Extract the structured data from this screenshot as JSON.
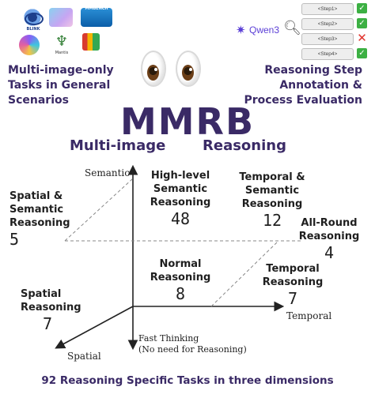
{
  "header": {
    "left_title": [
      "Multi-image-only",
      "Tasks in General",
      "Scenarios"
    ],
    "right_title": [
      "Reasoning Step",
      "Annotation &",
      "Process Evaluation"
    ],
    "model_name": "Qwen3",
    "steps": [
      {
        "label": "<Step1>",
        "status": "correct"
      },
      {
        "label": "<Step2>",
        "status": "correct"
      },
      {
        "label": "<Step3>",
        "status": "wrong"
      },
      {
        "label": "<Step4>",
        "status": "correct"
      }
    ],
    "logo_labels": [
      "BLINK",
      "MMBENCH",
      "Mantis"
    ]
  },
  "title": {
    "main": "MMRB",
    "sub_left": "Multi-image",
    "sub_right": "Reasoning"
  },
  "axes": {
    "semantic": "Semantic",
    "temporal": "Temporal",
    "spatial": "Spatial",
    "fast_thinking": [
      "Fast Thinking",
      "(No need for Reasoning)"
    ]
  },
  "categories": {
    "high_level_semantic": {
      "label": [
        "High-level",
        "Semantic",
        "Reasoning"
      ],
      "count": "48"
    },
    "temporal_semantic": {
      "label": [
        "Temporal &",
        "Semantic",
        "Reasoning"
      ],
      "count": "12"
    },
    "spatial_semantic": {
      "label": [
        "Spatial &",
        "Semantic",
        "Reasoning"
      ],
      "count": "5"
    },
    "all_round": {
      "label": [
        "All-Round",
        "Reasoning"
      ],
      "count": "4"
    },
    "normal": {
      "label": [
        "Normal",
        "Reasoning"
      ],
      "count": "8"
    },
    "temporal": {
      "label": [
        "Temporal",
        "Reasoning"
      ],
      "count": "7"
    },
    "spatial": {
      "label": [
        "Spatial",
        "Reasoning"
      ],
      "count": "7"
    }
  },
  "footer": "92 Reasoning Specific Tasks in three dimensions",
  "colors": {
    "title_purple": "#3a2a66",
    "check_green": "#3cb043",
    "cross_red": "#e0332d"
  }
}
